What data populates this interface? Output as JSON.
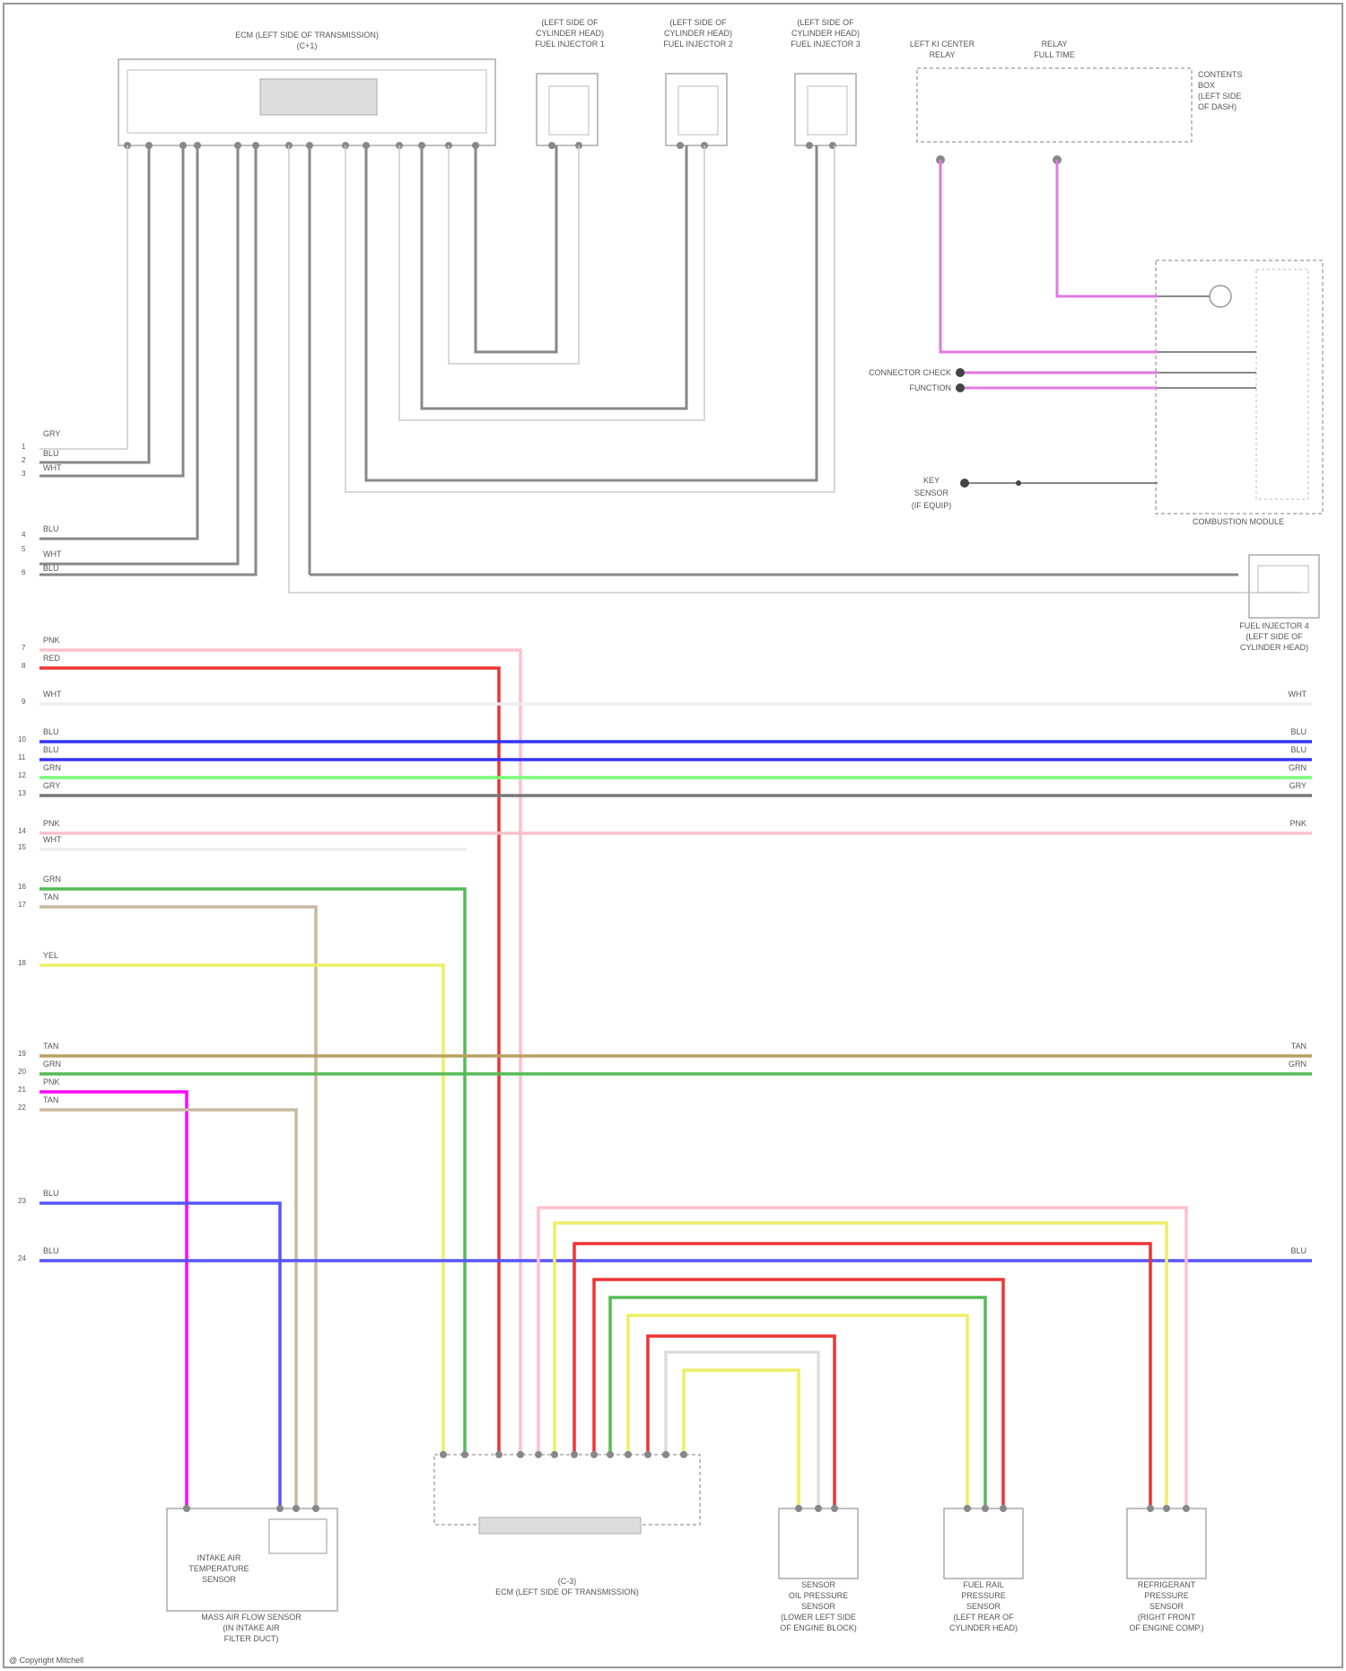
{
  "components": {
    "ecm_top": [
      "ECM (LEFT SIDE OF TRANSMISSION)",
      "(C+1)"
    ],
    "inj1": [
      "(LEFT SIDE OF",
      "CYLINDER HEAD)",
      "FUEL INJECTOR 1"
    ],
    "inj2": [
      "(LEFT SIDE OF",
      "CYLINDER HEAD)",
      "FUEL INJECTOR 2"
    ],
    "inj3": [
      "(LEFT SIDE OF",
      "CYLINDER HEAD)",
      "FUEL INJECTOR 3"
    ],
    "relay1": [
      "LEFT KI CENTER",
      "RELAY"
    ],
    "relay2": [
      "RELAY",
      "FULL TIME"
    ],
    "fuse_box": [
      "CONTENTS",
      "BOX",
      "(LEFT SIDE",
      "OF DASH)"
    ],
    "combustion": "COMBUSTION MODULE",
    "fuel_inj4": [
      "FUEL INJECTOR 4",
      "(LEFT SIDE OF",
      "CYLINDER HEAD)"
    ],
    "sensor_left": [
      "INTAKE AIR",
      "TEMPERATURE",
      "SENSOR",
      "MASS AIR FLOW SENSOR",
      "(IN INTAKE AIR",
      "FILTER DUCT)"
    ],
    "ecm_bottom": [
      "(C-3)",
      "ECM (LEFT SIDE OF TRANSMISSION)"
    ],
    "sensor_a": [
      "SENSOR",
      "OIL PRESSURE",
      "SENSOR",
      "(LOWER LEFT SIDE",
      "OF ENGINE BLOCK)"
    ],
    "sensor_b": [
      "FUEL RAIL",
      "PRESSURE",
      "SENSOR",
      "(LEFT REAR OF",
      "CYLINDER HEAD)"
    ],
    "sensor_c": [
      "REFRIGERANT",
      "PRESSURE",
      "SENSOR",
      "(RIGHT FRONT",
      "OF ENGINE COMP.)"
    ],
    "left_mid_labels": [
      "CONNECTOR CHECK",
      "FUNCTION"
    ],
    "lower_right_label": [
      "KEY",
      "SENSOR",
      "(IF EQUIP)"
    ]
  },
  "footer": "@ Copyright Mitchell"
}
